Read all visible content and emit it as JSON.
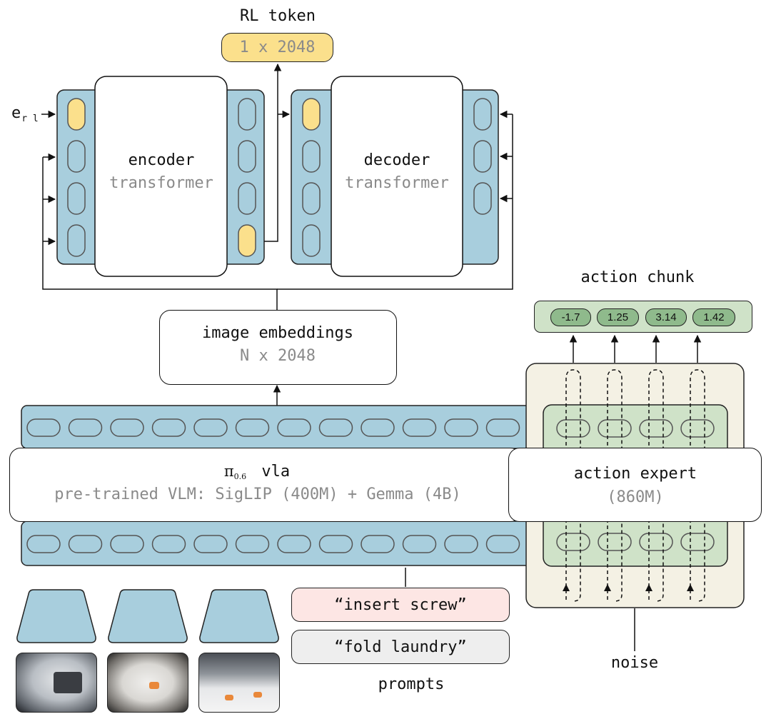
{
  "rl_token": {
    "title": "RL token",
    "dims": "1 x 2048"
  },
  "input_label": {
    "main": "e",
    "sub": "r l"
  },
  "encoder": {
    "line1": "encoder",
    "line2": "transformer"
  },
  "decoder": {
    "line1": "decoder",
    "line2": "transformer"
  },
  "image_embeddings": {
    "line1": "image embeddings",
    "line2": "N x 2048"
  },
  "vla": {
    "pi": "π",
    "pi_sub": "0.6",
    "name": "vla",
    "desc": "pre-trained VLM: SigLIP (400M) + Gemma (4B)"
  },
  "action_expert": {
    "line1": "action expert",
    "line2": "(860M)"
  },
  "action_chunk": {
    "title": "action chunk",
    "values": [
      "-1.7",
      "1.25",
      "3.14",
      "1.42"
    ]
  },
  "prompts": {
    "items": [
      "“insert screw”",
      "“fold laundry”"
    ],
    "label": "prompts"
  },
  "noise": "noise",
  "colors": {
    "token_blue": "#a8cedd",
    "token_yellow": "#fbe08c",
    "expert_green": "#cfe2c8",
    "chunk_green": "#8fba8c",
    "expert_bg": "#f4f1e4",
    "prompt_pink": "#fde6e4",
    "prompt_grey": "#eeeeee"
  }
}
